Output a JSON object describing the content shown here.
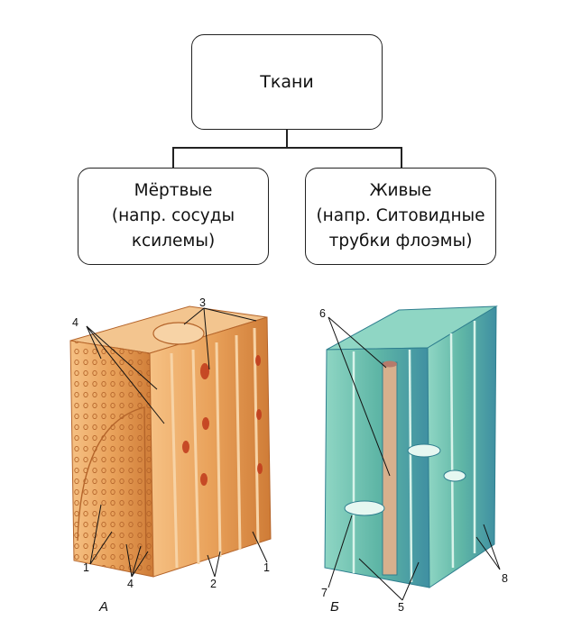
{
  "root": {
    "label": "Ткани"
  },
  "dead": {
    "title": "Мёртвые",
    "line1": "(напр. сосуды",
    "line2": "ксилемы)"
  },
  "live": {
    "title": "Живые",
    "line1": "(напр. Ситовидные",
    "line2": "трубки флоэмы)"
  },
  "figA": {
    "caption": "А",
    "labels": {
      "n1a": "1",
      "n1b": "1",
      "n2": "2",
      "n3": "3",
      "n4a": "4",
      "n4b": "4"
    }
  },
  "figB": {
    "caption": "Б",
    "labels": {
      "n5": "5",
      "n6": "6",
      "n7": "7",
      "n8": "8"
    }
  },
  "colors": {
    "xylem": "#e9a25b",
    "xylem_dark": "#b4642a",
    "phloem": "#5fb6a6",
    "phloem_dark": "#2f7f8f",
    "cell_red": "#c0391b"
  }
}
